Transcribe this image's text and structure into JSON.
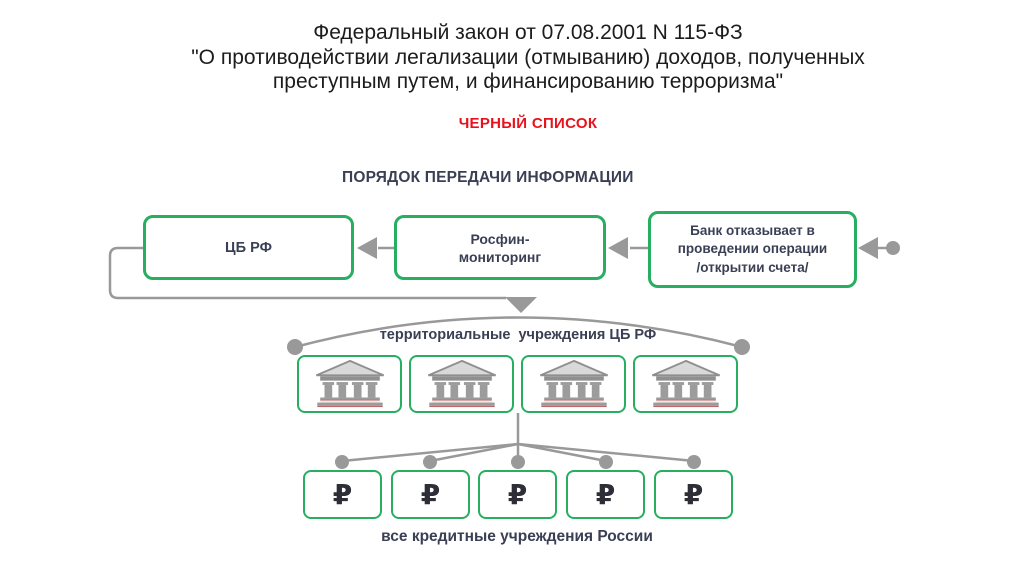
{
  "title": {
    "line1": "Федеральный закон от 07.08.2001 N 115-ФЗ",
    "line2": "\"О противодействии легализации (отмыванию) доходов, полученных",
    "line3": "преступным путем, и финансированию терроризма\""
  },
  "black_list_label": "ЧЕРНЫЙ СПИСОК",
  "section_title": "ПОРЯДОК ПЕРЕДАЧИ ИНФОРМАЦИИ",
  "flow": {
    "cb_rf_label": "ЦБ РФ",
    "rosfin_label": "Росфин-\nмониторинг",
    "bank_refusal_label": "Банк отказывает в\nпроведении операции\n/открытии счета/",
    "territorial_label": "территориальные  учреждения ЦБ РФ",
    "credit_orgs_label": "все кредитные учреждения России",
    "ruble_symbol": "₽"
  },
  "icons": {
    "territorial_unit_icon": "bank-building-icon",
    "credit_org_icon": "ruble-sign-icon",
    "arrow_icon": "left-arrow-icon"
  },
  "colors": {
    "box_border_green": "#27ae60",
    "connector_gray": "#999999",
    "diagram_text_dark": "#3a3f54",
    "black_list_red": "#e8121c",
    "title_black": "#1c1c1c"
  }
}
